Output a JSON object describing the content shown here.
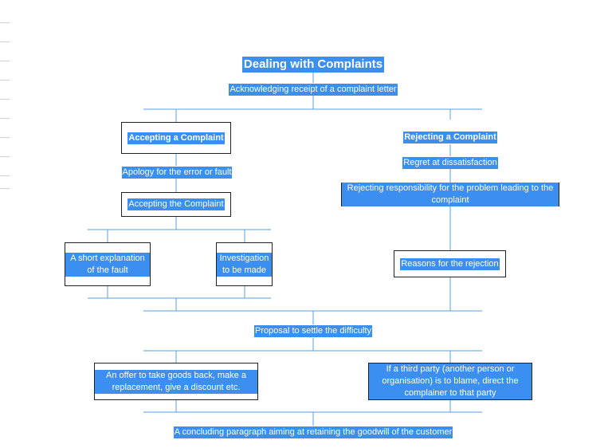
{
  "diagram": {
    "title": "Dealing with Complaints",
    "step_acknowledge": "Acknowledging receipt of a complaint letter",
    "accept": {
      "heading": "Accepting a Complaint",
      "apology": "Apology for the error or fault",
      "accepting": "Accepting the Complaint",
      "explanation": "A short explanation of the fault",
      "investigation": "Investigation to be made"
    },
    "reject": {
      "heading": "Rejecting a Complaint",
      "regret": "Regret at dissatisfaction",
      "responsibility": "Rejecting responsibility for the problem leading to the complaint",
      "reasons": "Reasons for the rejection"
    },
    "proposal": "Proposal to settle the difficulty",
    "offer": "An offer to take goods back, make a replacement, give a discount etc.",
    "third_party": "If a third party (another person or organisation) is to blame, direct the complainer to that party",
    "conclusion": "A concluding paragraph aiming at retaining the goodwill of the customer"
  },
  "colors": {
    "highlight": "#3b8ff0",
    "connector": "#5a9fe0",
    "border": "#222222"
  }
}
